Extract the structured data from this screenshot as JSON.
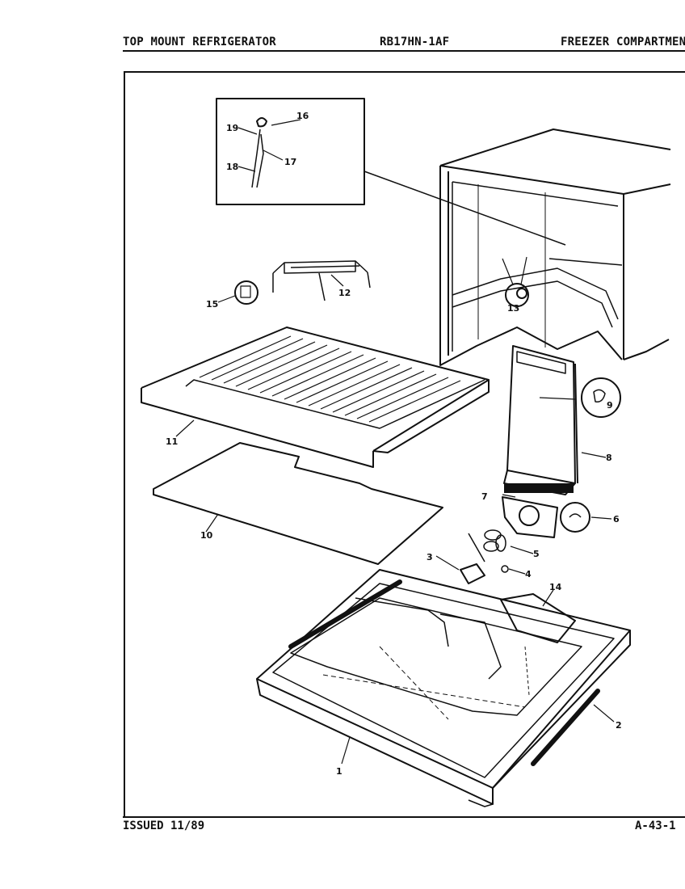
{
  "header": {
    "left": "TOP MOUNT REFRIGERATOR",
    "center": "RB17HN-1AF",
    "right": "FREEZER COMPARTMEN"
  },
  "footer": {
    "left": "ISSUED 11/89",
    "right": "A-43-1"
  },
  "callouts": {
    "c1": "1",
    "c2": "2",
    "c3": "3",
    "c4": "4",
    "c5": "5",
    "c6": "6",
    "c7": "7",
    "c8": "8",
    "c9": "9",
    "c10": "10",
    "c11": "11",
    "c12": "12",
    "c13": "13",
    "c14": "14",
    "c15": "15",
    "c16": "16",
    "c17": "17",
    "c18": "18",
    "c19": "19"
  }
}
